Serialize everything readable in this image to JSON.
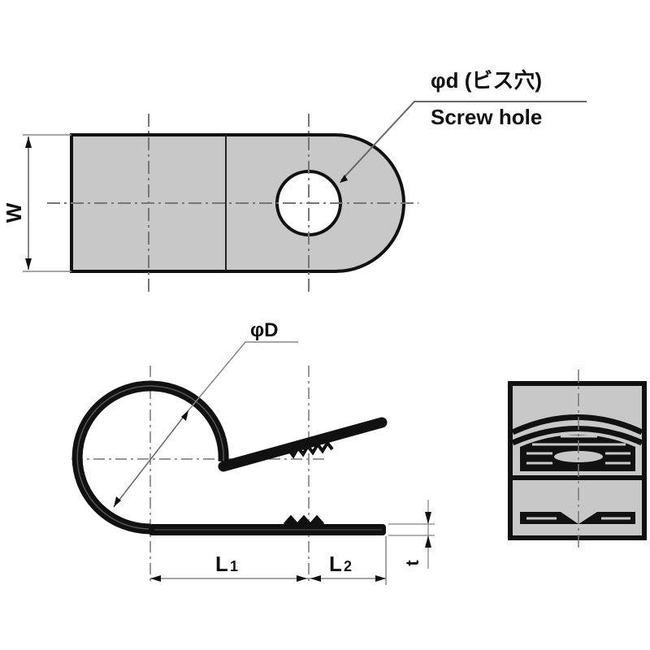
{
  "top_view": {
    "screw_hole_label_jp": "φd (ビス穴)",
    "screw_hole_label_en": "Screw hole",
    "width_label": "W"
  },
  "side_view": {
    "diameter_label": "φD",
    "l1_label": "L",
    "l1_sub": "1",
    "l2_label": "L",
    "l2_sub": "2",
    "thickness_label": "t"
  },
  "colors": {
    "fill": "#c8c8c8",
    "outline": "#111111",
    "centerline": "#888888"
  }
}
